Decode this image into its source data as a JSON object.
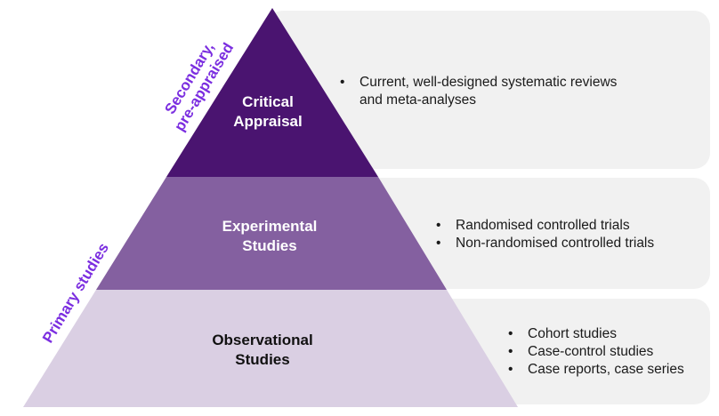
{
  "colors": {
    "tier_top": "#4a1470",
    "tier_middle": "#8460a0",
    "tier_bottom": "#dacfe3",
    "box_background": "#f1f1f1",
    "side_label": "#7b2ee0"
  },
  "side_labels": {
    "secondary": "Secondary, pre-appraised",
    "primary": "Primary studies"
  },
  "tiers": [
    {
      "label_line1": "Critical",
      "label_line2": "Appraisal",
      "bullets": [
        "Current, well-designed systematic reviews and meta-analyses"
      ]
    },
    {
      "label_line1": "Experimental",
      "label_line2": "Studies",
      "bullets": [
        "Randomised controlled trials",
        "Non-randomised controlled trials"
      ]
    },
    {
      "label_line1": "Observational",
      "label_line2": "Studies",
      "bullets": [
        "Cohort studies",
        "Case-control studies",
        "Case reports, case series"
      ]
    }
  ]
}
